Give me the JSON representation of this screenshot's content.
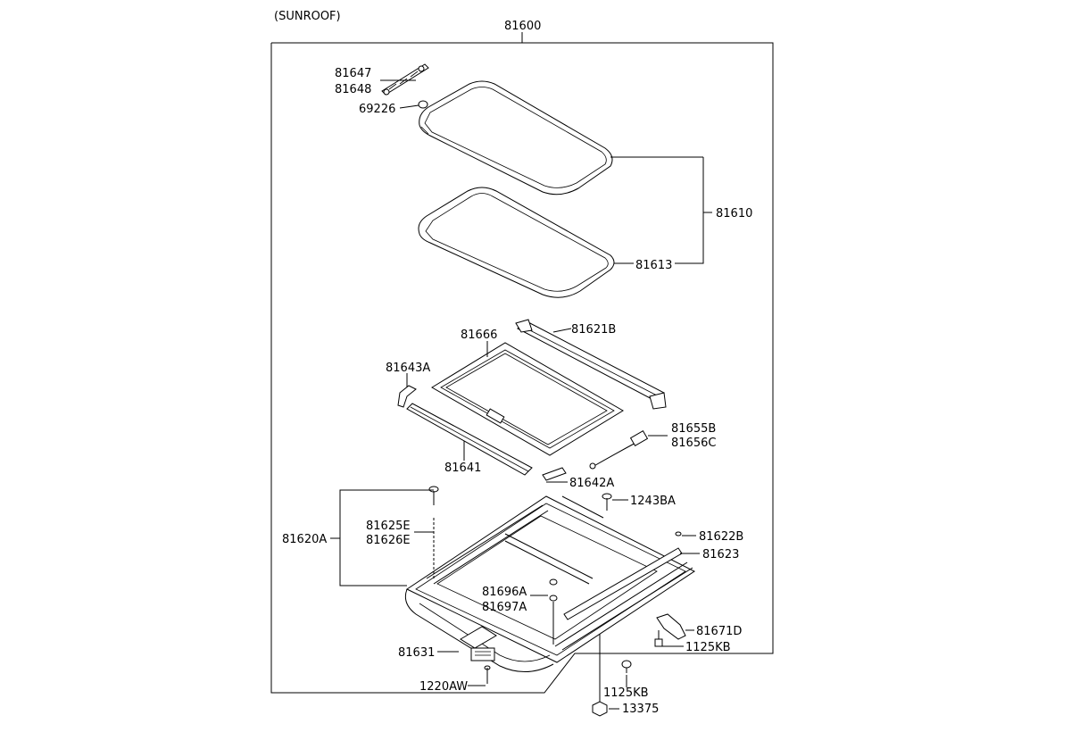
{
  "title": "(SUNROOF)",
  "labels": {
    "p81600": "81600",
    "p81647": "81647",
    "p81648": "81648",
    "p69226": "69226",
    "p81610": "81610",
    "p81613": "81613",
    "p81666": "81666",
    "p81621B": "81621B",
    "p81643A": "81643A",
    "p81655B": "81655B",
    "p81656C": "81656C",
    "p81641": "81641",
    "p81642A": "81642A",
    "p1243BA": "1243BA",
    "p81625E": "81625E",
    "p81626E": "81626E",
    "p81620A": "81620A",
    "p81622B": "81622B",
    "p81623": "81623",
    "p81696A": "81696A",
    "p81697A": "81697A",
    "p81671D": "81671D",
    "p1125KB_a": "1125KB",
    "p81631": "81631",
    "p1220AW": "1220AW",
    "p1125KB_b": "1125KB",
    "p13375": "13375"
  }
}
